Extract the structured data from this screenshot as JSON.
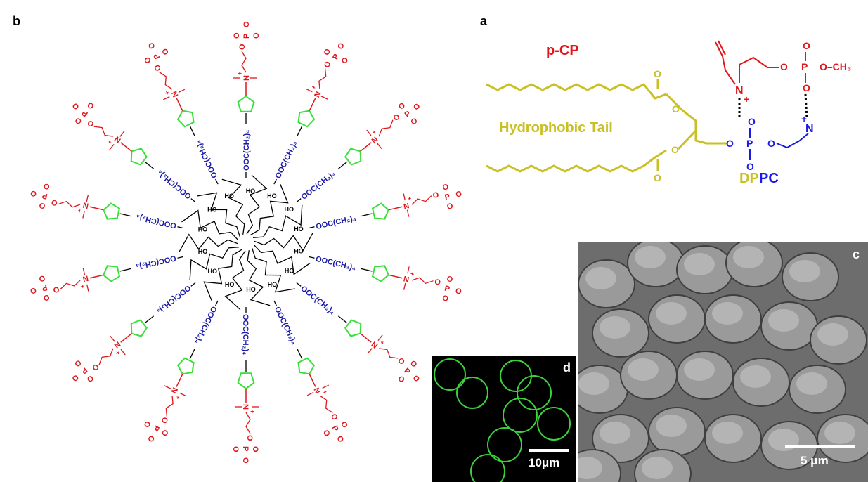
{
  "panels": {
    "b": {
      "letter": "b"
    },
    "a": {
      "letter": "a",
      "title": "p-CP",
      "tail_label": "Hydrophobic Tail",
      "dppc_dp": "DP",
      "dppc_pc": "PC"
    },
    "c": {
      "letter": "c",
      "scale_label": "5 μm"
    },
    "d": {
      "letter": "d",
      "scale_label": "10μm"
    }
  },
  "chem": {
    "linker": "OOC(CH₂)₄",
    "oh": "HO",
    "o": "O",
    "p": "P",
    "n": "N",
    "ch3": "O–CH₃",
    "plus": "+",
    "minus": "−"
  },
  "colors": {
    "phosphate": "#e0161b",
    "linker": "#1a1aa8",
    "triazole": "#39e039",
    "core": "#000000",
    "tail": "#c9c025",
    "dppc_blue": "#1a1ae6",
    "fluor": "#3cd23c"
  }
}
